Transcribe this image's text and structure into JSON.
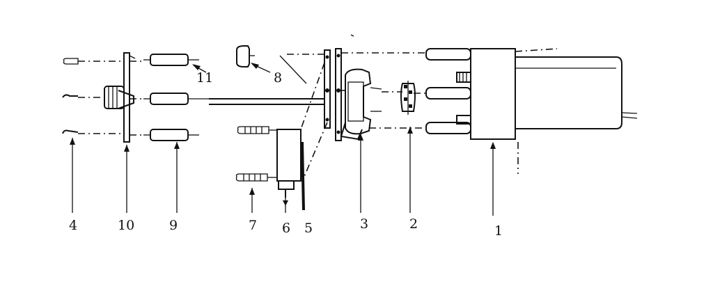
{
  "diagram": {
    "labels": {
      "p1": "1",
      "p2": "2",
      "p3": "3",
      "p4": "4",
      "p5": "5",
      "p6": "6",
      "p7": "7",
      "p8": "8",
      "p9": "9",
      "p10": "10",
      "p11": "11"
    },
    "colors": {
      "ink": "#111111",
      "paper": "#ffffff"
    }
  }
}
